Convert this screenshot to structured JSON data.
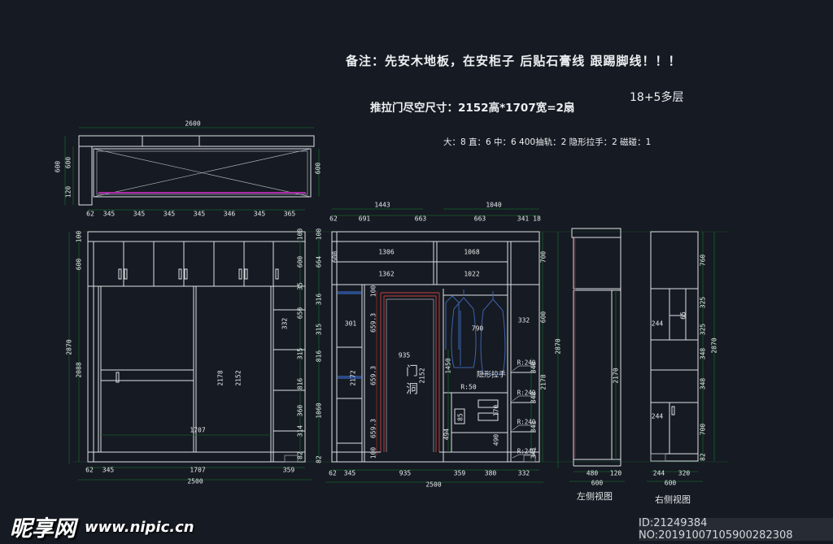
{
  "notes": {
    "remark": "备注：先安木地板，在安柜子  后贴石膏线  跟踢脚线！！！",
    "door_size": "推拉门尽空尺寸：2152高*1707宽=2扇",
    "layers": "18+5多层",
    "hardware": "大：8 直：6 中：6 400抽轨：2 隐形拉手：2 磁碰：1"
  },
  "plan": {
    "total_width": "2600",
    "depth_outer": "600",
    "depth_inner": "600",
    "gap": "120",
    "depth_right": "600"
  },
  "left_elev": {
    "top_chain": [
      "62",
      "345",
      "345",
      "345",
      "345",
      "346",
      "345",
      "365"
    ],
    "bottom_chain": [
      "62",
      "345",
      "1707",
      "359"
    ],
    "total_width": "2500",
    "left_chain": [
      "100",
      "600",
      "2088"
    ],
    "height_total": "2870",
    "right_chain_a": [
      "100",
      "600",
      "35",
      "650",
      "315",
      "816",
      "360",
      "314",
      "82"
    ],
    "right_chain_b": [
      "100",
      "664",
      "316",
      "315",
      "816",
      "1060",
      "82"
    ],
    "shelf": "332",
    "h1": "2178",
    "h2": "2152",
    "door_w": "1707"
  },
  "mid_elev": {
    "total_a": "1443",
    "total_b": "1040",
    "top_chain": [
      "62",
      "691",
      "663",
      "663",
      "341",
      "18"
    ],
    "cells": [
      "1306",
      "1362",
      "1068",
      "1022"
    ],
    "cab_h_in": "600",
    "cab_h_out": "700",
    "col_label": "301",
    "col_h": "2172",
    "door_w": "935",
    "door_label": "门洞",
    "door_h": "2152",
    "door_chain": [
      "100",
      "659.3",
      "659.3",
      "659.3",
      "100"
    ],
    "hang_h": "1450",
    "hang_w": "790",
    "handle": "隐形拉手",
    "r_small": "R:50",
    "r_big": "R:240",
    "d1": "85",
    "d2": "494",
    "d3": "170",
    "d4": "490",
    "col2_label": "332",
    "right_chain": [
      "340",
      "348",
      "341",
      "341"
    ],
    "right_h": "2178",
    "right_top": "600",
    "bottom_chain": [
      "62",
      "345",
      "935",
      "359",
      "380",
      "332"
    ],
    "total_width": "2500"
  },
  "side_left": {
    "label": "左侧视图",
    "d1": "480",
    "d2": "120",
    "total": "600",
    "h": "2170",
    "h_total": "2870"
  },
  "side_right": {
    "label": "右侧视图",
    "in1": "244",
    "in2": "65",
    "in3": "244",
    "b1": "244",
    "b2": "320",
    "total": "600",
    "chain": [
      "760",
      "325",
      "325",
      "348",
      "348",
      "700",
      "82"
    ],
    "h_total": "2870"
  },
  "watermark": {
    "name": "昵享网",
    "url": "www.nipic.cn"
  },
  "footer": {
    "id_text": "ID:21249384 NO:20191007105900282308"
  },
  "colors": {
    "bg": "#161a22",
    "line": "#dde1e5",
    "dim_green": "#15622e",
    "red": "#8c3434",
    "blue": "#3c64ae",
    "magenta": "#a92ba9"
  }
}
